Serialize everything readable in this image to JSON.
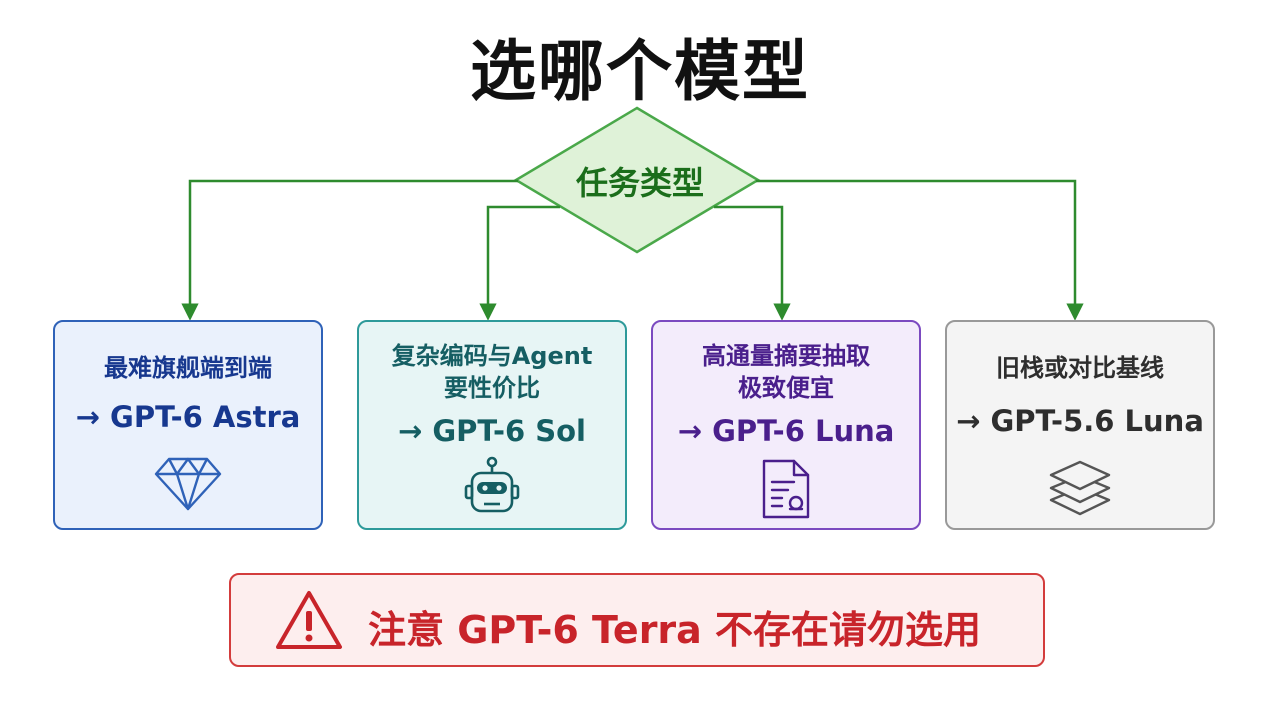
{
  "title": "选哪个模型",
  "decision": {
    "label": "任务类型"
  },
  "cards": [
    {
      "lines": [
        "最难旗舰端到端"
      ],
      "model": "→ GPT-6 Astra",
      "icon": "diamond-icon",
      "color": "#2f62b8"
    },
    {
      "lines": [
        "复杂编码与Agent",
        "要性价比"
      ],
      "model": "→ GPT-6 Sol",
      "icon": "robot-icon",
      "color": "#2e9a9a"
    },
    {
      "lines": [
        "高通量摘要抽取",
        "极致便宜"
      ],
      "model": "→ GPT-6 Luna",
      "icon": "document-icon",
      "color": "#7b4ac0"
    },
    {
      "lines": [
        "旧栈或对比基线"
      ],
      "model": "→ GPT-5.6 Luna",
      "icon": "layers-icon",
      "color": "#999999"
    }
  ],
  "warning": {
    "text": "注意  GPT-6 Terra 不存在请勿选用",
    "icon": "warning-icon",
    "color": "#d33c3c"
  },
  "colors": {
    "connector": "#2e8b2e",
    "decision_fill": "#dff2d8",
    "decision_border": "#4aa84a"
  }
}
